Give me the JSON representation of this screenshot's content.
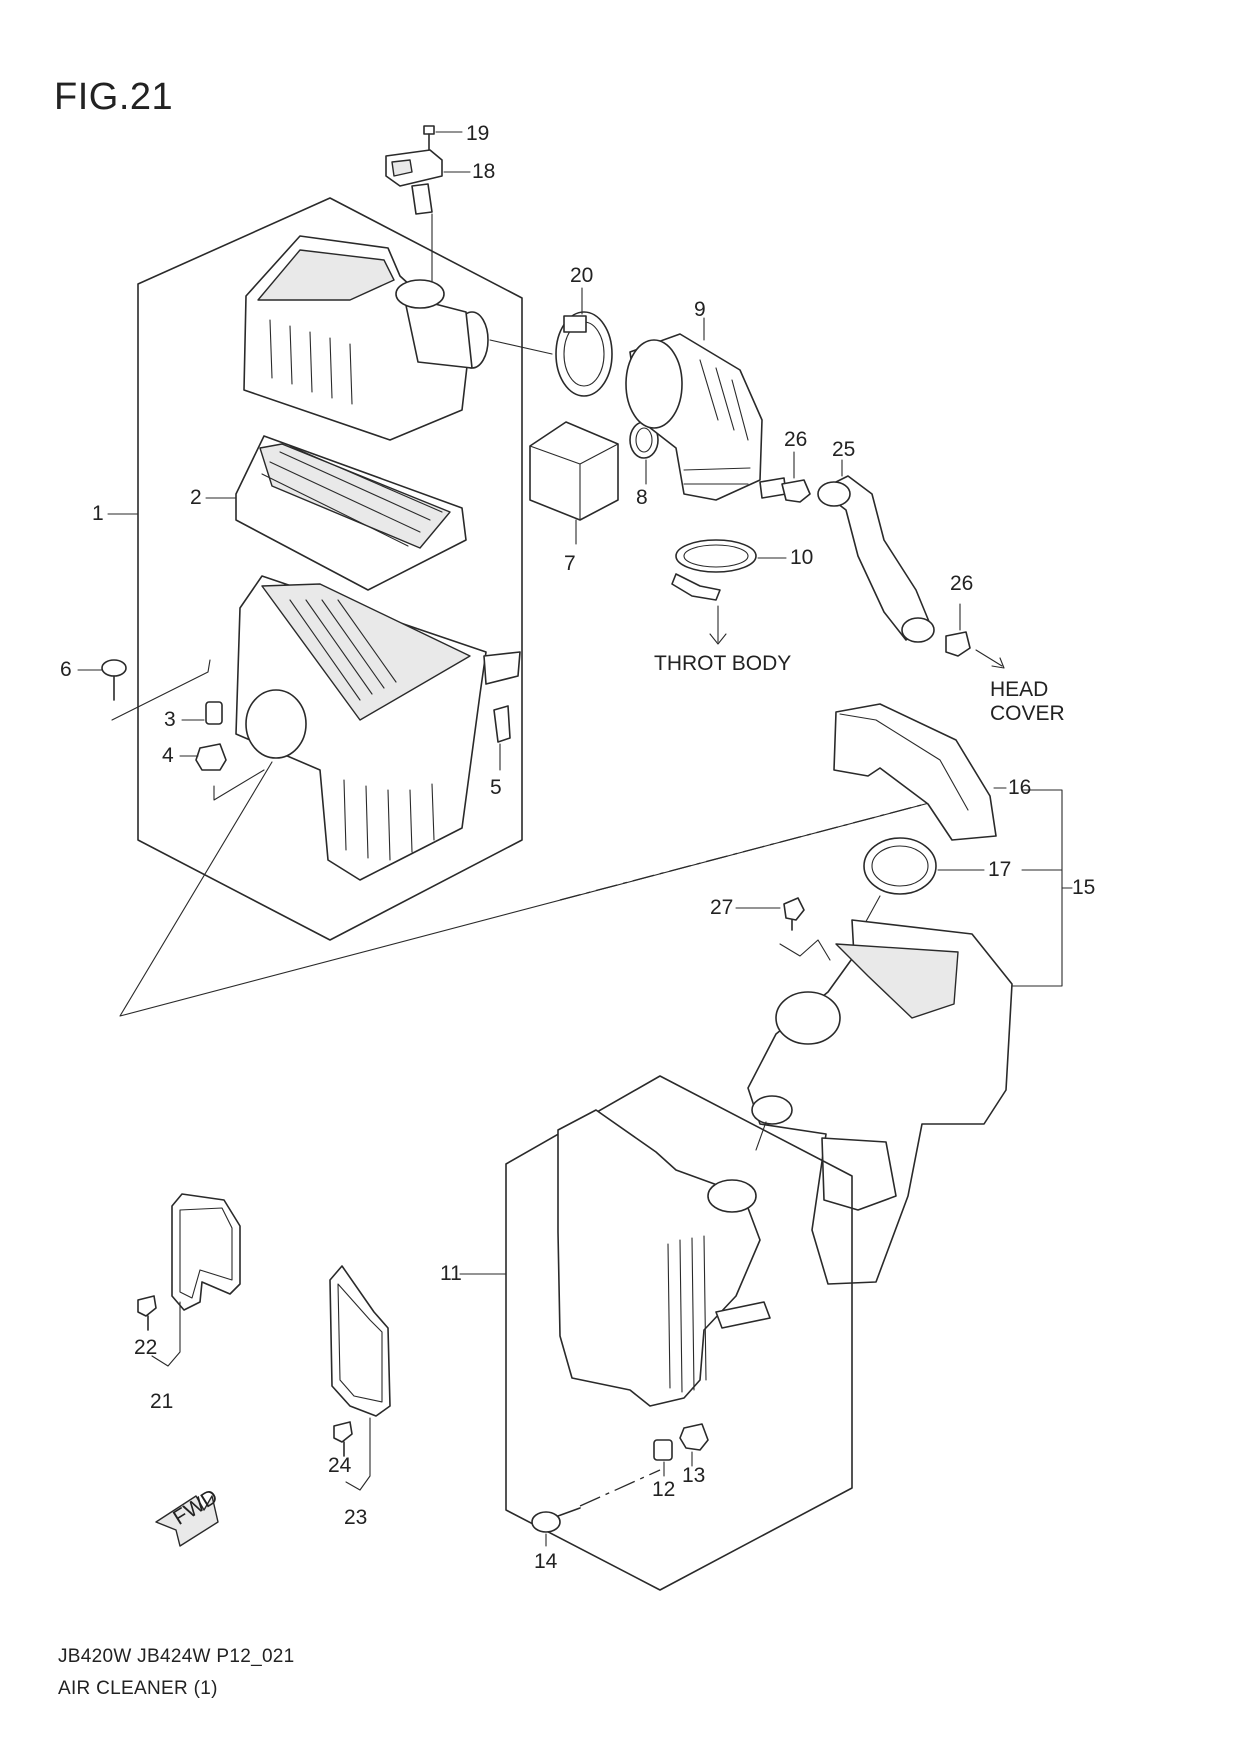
{
  "figure": {
    "title": "FIG.21",
    "code": "JB420W JB424W P12_021",
    "name": "AIR CLEANER (1)"
  },
  "notes": {
    "throt_body": "THROT BODY",
    "head": "HEAD",
    "cover": "COVER",
    "fwd": "FWD"
  },
  "callouts": [
    "1",
    "2",
    "3",
    "4",
    "5",
    "6",
    "7",
    "8",
    "9",
    "10",
    "11",
    "12",
    "13",
    "14",
    "15",
    "16",
    "17",
    "18",
    "19",
    "20",
    "21",
    "22",
    "23",
    "24",
    "25",
    "26",
    "26",
    "27"
  ]
}
